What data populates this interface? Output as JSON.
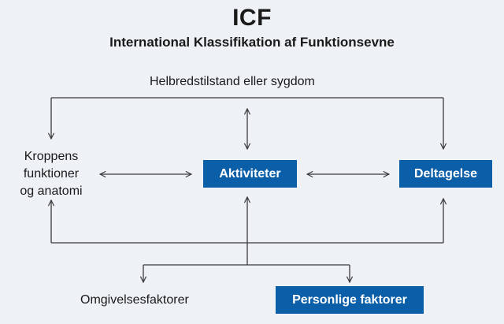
{
  "header": {
    "title": "ICF",
    "subtitle": "International Klassifikation af Funktionsevne"
  },
  "nodes": {
    "health_condition": "Helbredstilstand eller sygdom",
    "body_functions": [
      "Kroppens",
      "funktioner",
      "og anatomi"
    ],
    "activities": "Aktiviteter",
    "participation": "Deltagelse",
    "environmental": "Omgivelsesfaktorer",
    "personal": "Personlige faktorer"
  },
  "colors": {
    "accent": "#0b5ea8",
    "background": "#eef1f6",
    "line": "#3a3a3a"
  }
}
